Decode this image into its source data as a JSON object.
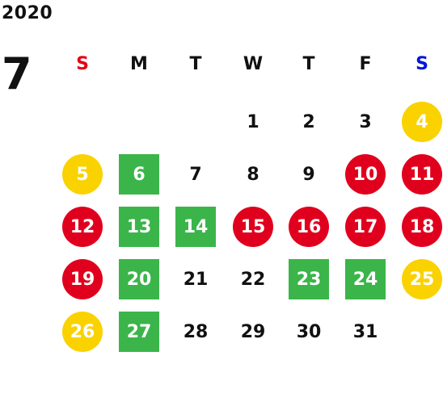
{
  "header": {
    "year": "2020",
    "month": "7"
  },
  "colors": {
    "sunday_label": "#e60012",
    "saturday_label": "#0016d9",
    "yellow": "#fad200",
    "red": "#e0001e",
    "green": "#3bb54a"
  },
  "weekdays": [
    {
      "label": "S",
      "color": "sunday_label"
    },
    {
      "label": "M"
    },
    {
      "label": "T"
    },
    {
      "label": "W"
    },
    {
      "label": "T"
    },
    {
      "label": "F"
    },
    {
      "label": "S",
      "color": "saturday_label"
    }
  ],
  "weeks": [
    [
      null,
      null,
      null,
      {
        "d": "1"
      },
      {
        "d": "2"
      },
      {
        "d": "3"
      },
      {
        "d": "4",
        "mark": "yellow-circle"
      }
    ],
    [
      {
        "d": "5",
        "mark": "yellow-circle"
      },
      {
        "d": "6",
        "mark": "green-square"
      },
      {
        "d": "7"
      },
      {
        "d": "8"
      },
      {
        "d": "9"
      },
      {
        "d": "10",
        "mark": "red-circle"
      },
      {
        "d": "11",
        "mark": "red-circle"
      }
    ],
    [
      {
        "d": "12",
        "mark": "red-circle"
      },
      {
        "d": "13",
        "mark": "green-square"
      },
      {
        "d": "14",
        "mark": "green-square"
      },
      {
        "d": "15",
        "mark": "red-circle"
      },
      {
        "d": "16",
        "mark": "red-circle"
      },
      {
        "d": "17",
        "mark": "red-circle"
      },
      {
        "d": "18",
        "mark": "red-circle"
      }
    ],
    [
      {
        "d": "19",
        "mark": "red-circle"
      },
      {
        "d": "20",
        "mark": "green-square"
      },
      {
        "d": "21"
      },
      {
        "d": "22"
      },
      {
        "d": "23",
        "mark": "green-square"
      },
      {
        "d": "24",
        "mark": "green-square"
      },
      {
        "d": "25",
        "mark": "yellow-circle"
      }
    ],
    [
      {
        "d": "26",
        "mark": "yellow-circle"
      },
      {
        "d": "27",
        "mark": "green-square"
      },
      {
        "d": "28"
      },
      {
        "d": "29"
      },
      {
        "d": "30"
      },
      {
        "d": "31"
      },
      null
    ]
  ]
}
